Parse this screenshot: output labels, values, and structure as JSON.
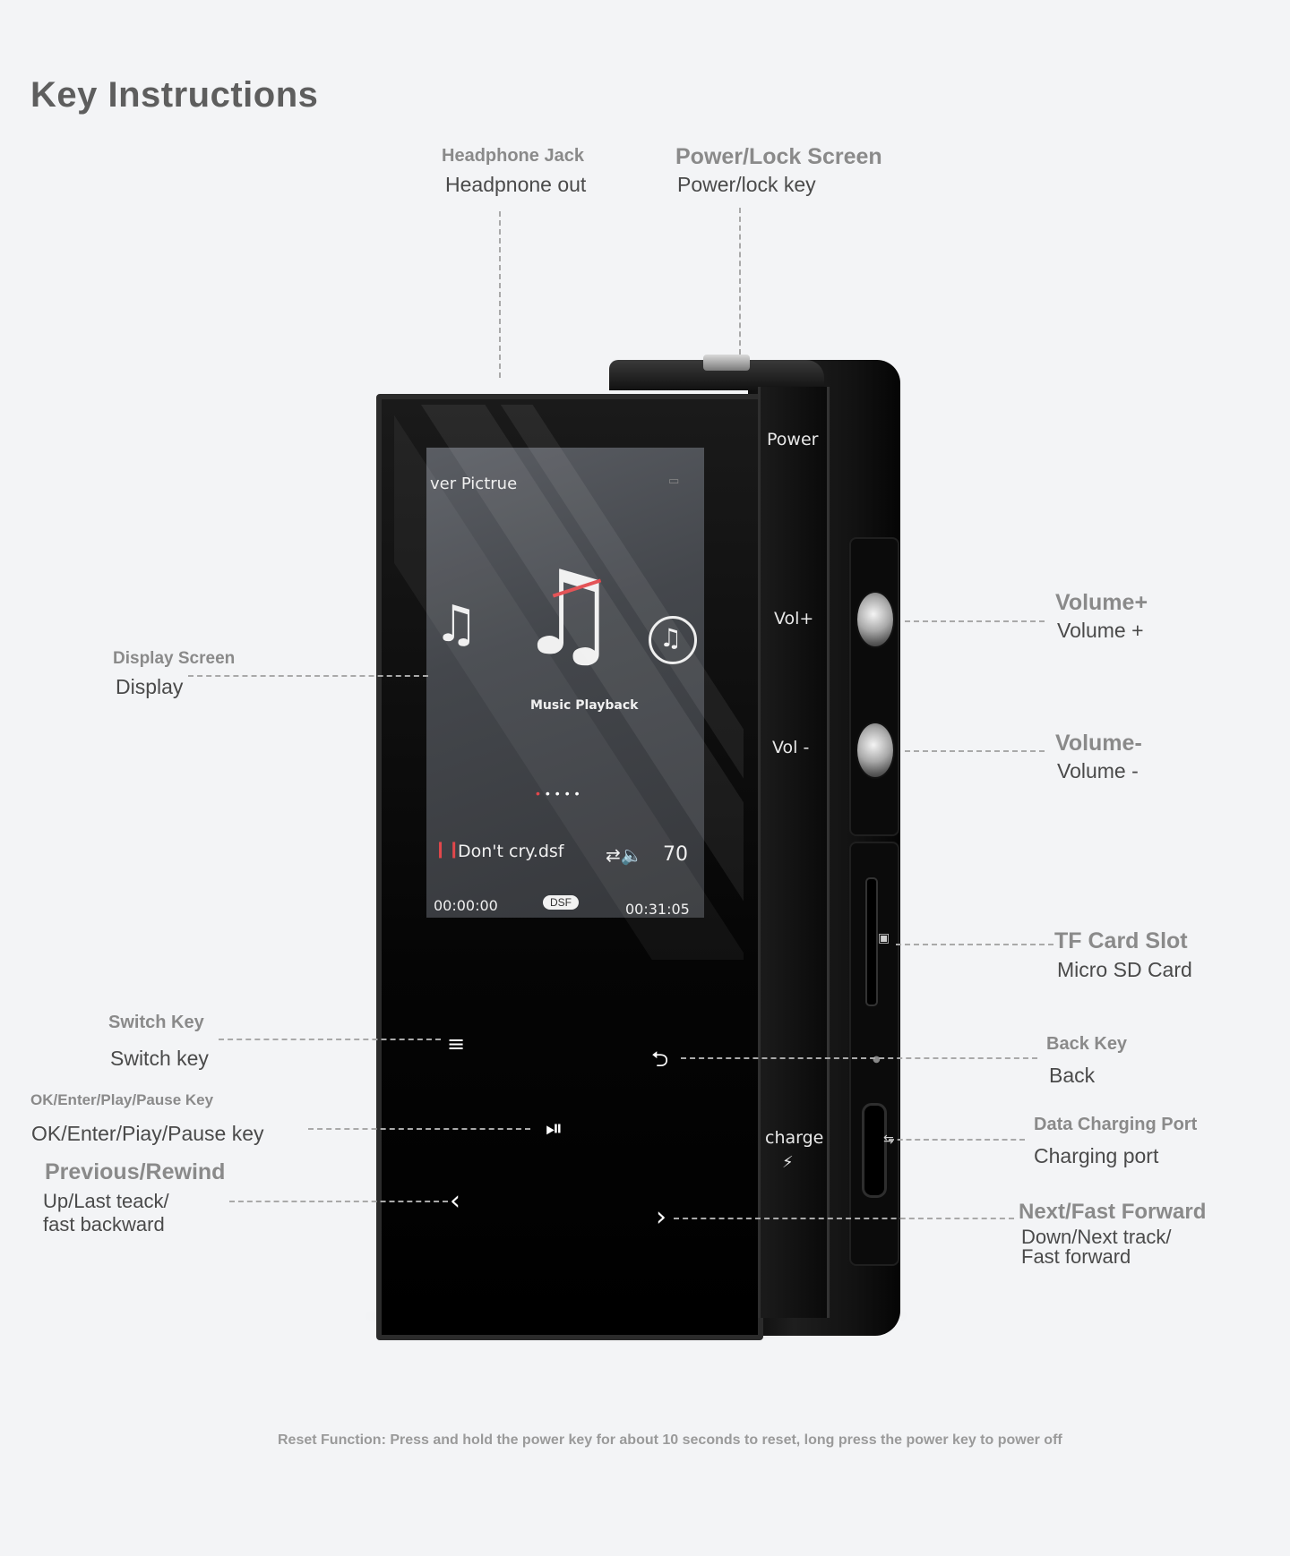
{
  "title": "Key Instructions",
  "callouts": {
    "headphone": {
      "name": "Headphone Jack",
      "desc": "Headpnone out"
    },
    "power": {
      "name": "Power/Lock Screen",
      "desc": "Power/lock key"
    },
    "display": {
      "name": "Display Screen",
      "desc": "Display"
    },
    "volume_up": {
      "name": "Volume+",
      "desc": "Volume +"
    },
    "volume_down": {
      "name": "Volume-",
      "desc": "Volume -"
    },
    "tf_card": {
      "name": "TF Card Slot",
      "desc": "Micro SD Card"
    },
    "switch": {
      "name": "Switch Key",
      "desc": "Switch key"
    },
    "back": {
      "name": "Back Key",
      "desc": "Back"
    },
    "ok": {
      "name": "OK/Enter/Play/Pause Key",
      "desc": "OK/Enter/Piay/Pause key"
    },
    "charging": {
      "name": "Data Charging Port",
      "desc": "Charging port"
    },
    "previous": {
      "name": "Previous/Rewind",
      "desc_line1": "Up/Last teack/",
      "desc_line2": "fast backward"
    },
    "next": {
      "name": "Next/Fast Forward",
      "desc_line1": "Down/Next track/",
      "desc_line2": "Fast forward"
    }
  },
  "device": {
    "strip_labels": {
      "power": "Power",
      "vol_up": "Vol+",
      "vol_down": "Vol -",
      "charge": "charge"
    },
    "screen": {
      "header": "ver Pictrue",
      "center_label": "Music Playback",
      "track": "Don't cry.dsf",
      "volume": "70",
      "elapsed": "00:00:00",
      "format": "DSF",
      "total": "00:31:05"
    }
  },
  "footer_note": "Reset Function: Press and hold the power key for about 10 seconds to reset, long press the power key to power off"
}
